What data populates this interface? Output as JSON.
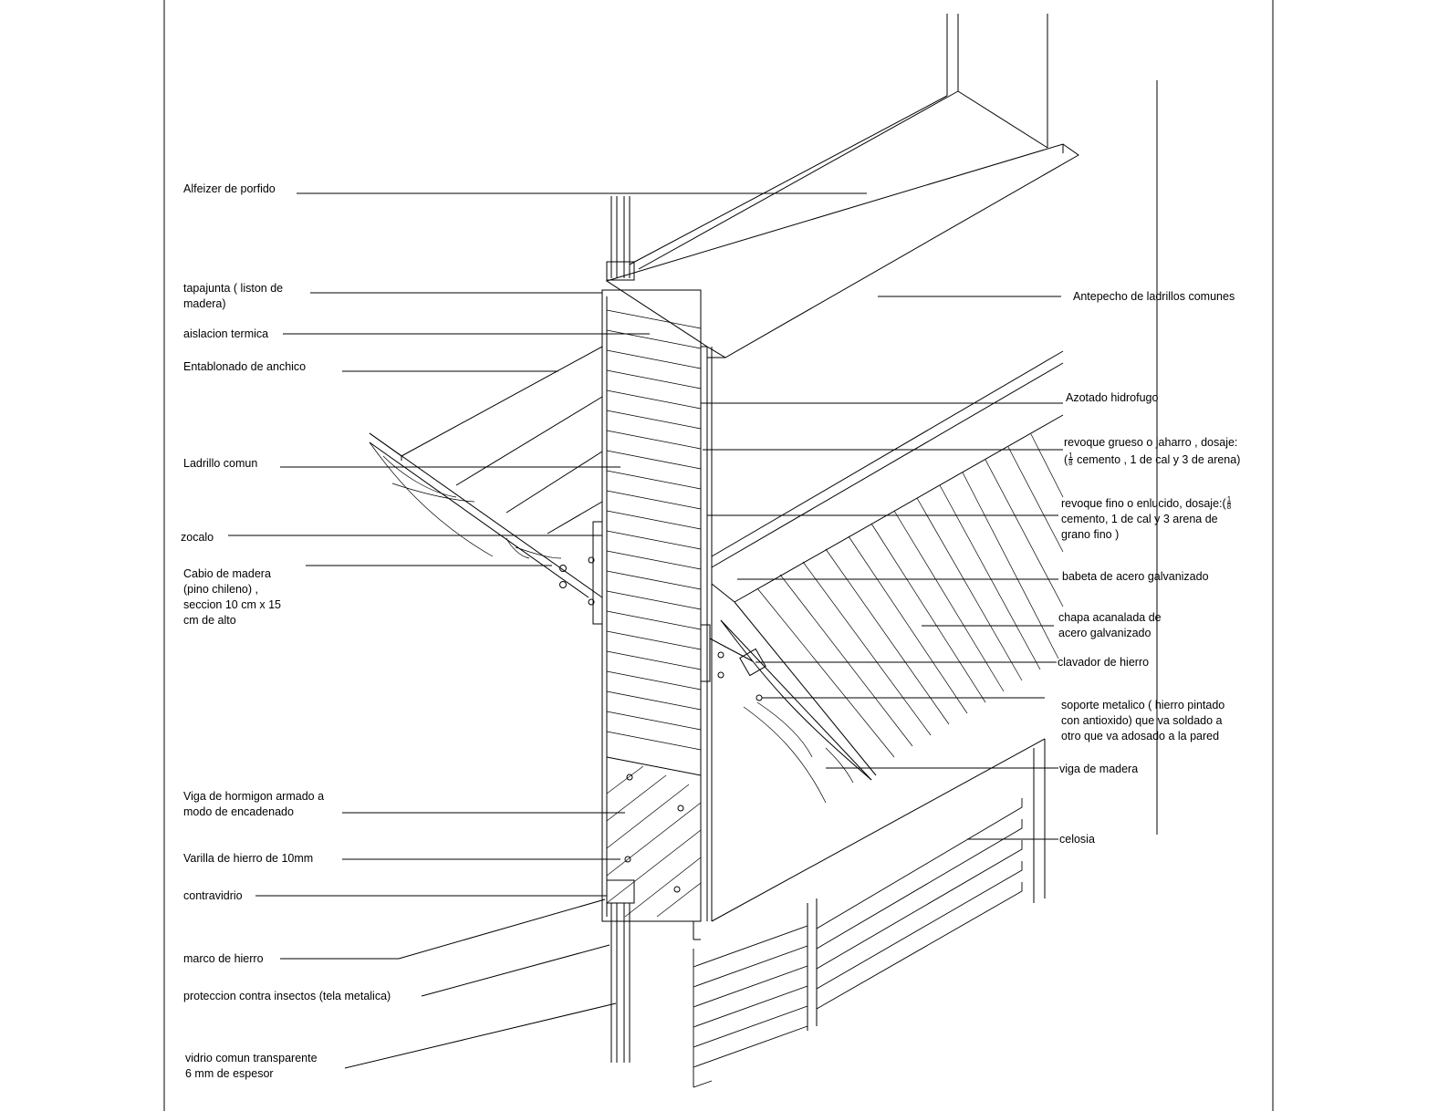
{
  "labels": {
    "alfeizer": "Alfeizer de porfido",
    "tapajunta_1": "tapajunta ( liston de",
    "tapajunta_2": "madera)",
    "aislacion": "aislacion termica",
    "entablonado": "Entablonado de anchico",
    "ladrillo": "Ladrillo comun",
    "zocalo": "zocalo",
    "cabio_1": "Cabio de madera",
    "cabio_2": "(pino chileno) ,",
    "cabio_3": "seccion 10 cm x 15",
    "cabio_4": "cm de alto",
    "viga_hormigon_1": "Viga de hormigon armado a",
    "viga_hormigon_2": "modo de encadenado",
    "varilla": "Varilla de hierro de 10mm",
    "contravidrio": "contravidrio",
    "marco": "marco de hierro",
    "proteccion": "proteccion contra insectos (tela metalica)",
    "vidrio_1": "vidrio comun transparente",
    "vidrio_2": "6 mm de espesor",
    "antepecho": "Antepecho de ladrillos comunes",
    "azotado": "Azotado hidrofugo",
    "revoque_grueso_1": "revoque grueso o jaharro , dosaje:",
    "revoque_grueso_2a": "(",
    "revoque_grueso_2b": " cemento  , 1 de cal y 3 de arena)",
    "revoque_fino_1": "revoque fino o enlucido, dosaje:(",
    "revoque_fino_2": "cemento, 1 de cal y 3 arena de",
    "revoque_fino_3": "grano fino )",
    "frac_num": "1",
    "frac_den": "8",
    "babeta": "babeta de acero galvanizado",
    "chapa_1": "chapa acanalada de",
    "chapa_2": "acero galvanizado",
    "clavador": "clavador de hierro",
    "soporte_1": "soporte metalico ( hierro pintado",
    "soporte_2": "con antioxido)  que va soldado a",
    "soporte_3": "otro que va adosado a la pared",
    "viga_madera": "viga de madera",
    "celosia": "celosia"
  }
}
